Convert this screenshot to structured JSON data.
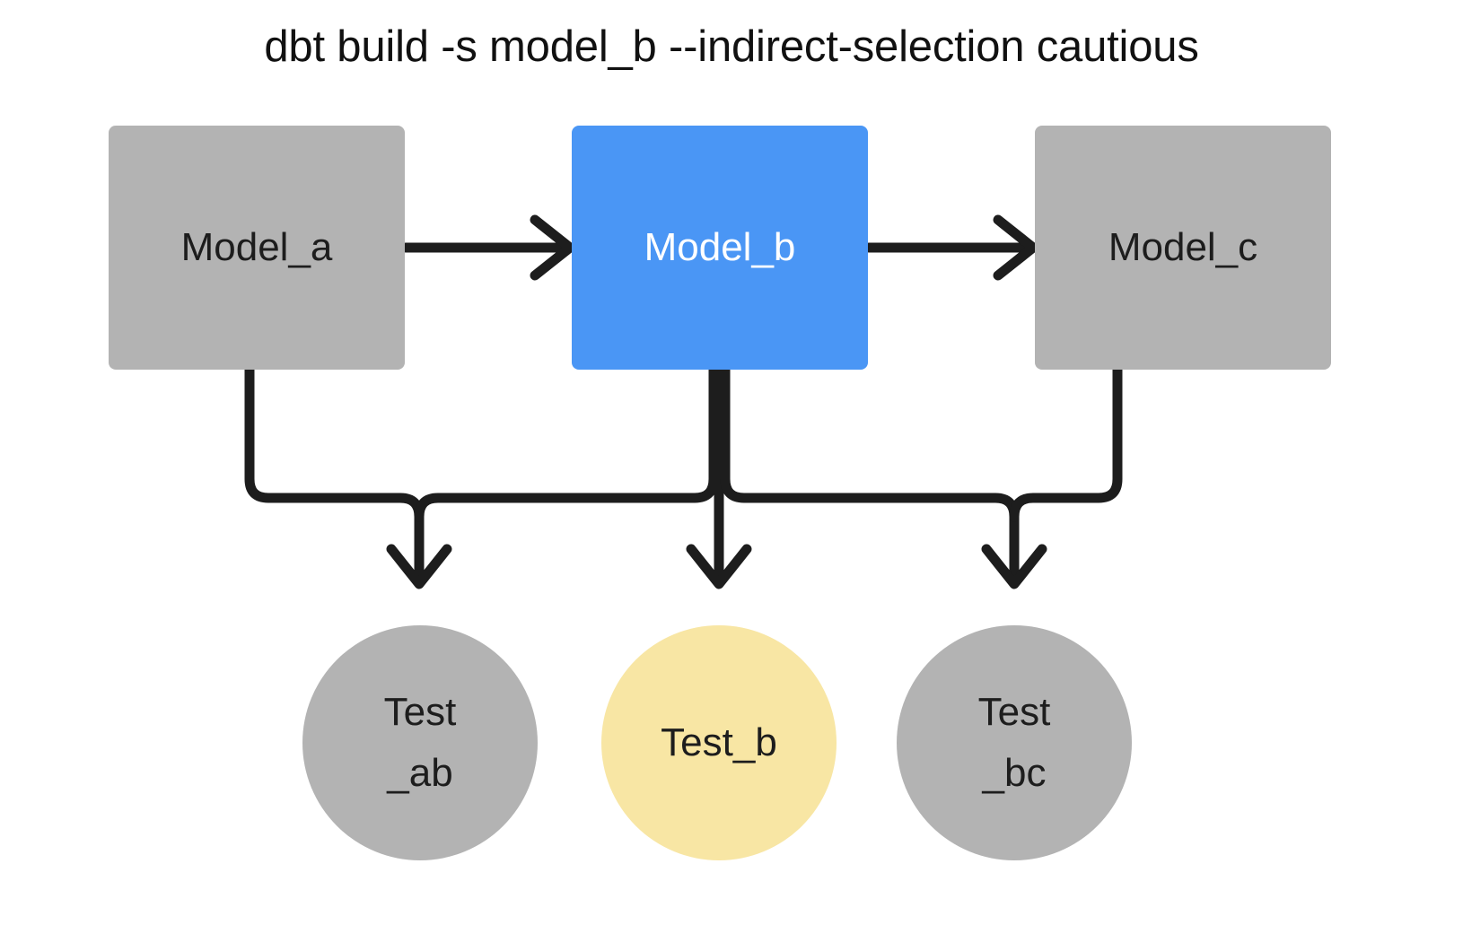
{
  "diagram": {
    "title": "dbt build -s model_b --indirect-selection cautious",
    "background": "#ffffff",
    "colors": {
      "neutral": "#b3b3b3",
      "selected": "#4a96f5",
      "indirect": "#f8e6a4",
      "edge": "#1d1d1d",
      "text_dark": "#1d1d1d",
      "text_light": "#ffffff"
    },
    "models": [
      {
        "id": "model_a",
        "label": "Model_a",
        "fill": "#b3b3b3",
        "text_color": "#1d1d1d",
        "state": "unselected"
      },
      {
        "id": "model_b",
        "label": "Model_b",
        "fill": "#4a96f5",
        "text_color": "#ffffff",
        "state": "selected"
      },
      {
        "id": "model_c",
        "label": "Model_c",
        "fill": "#b3b3b3",
        "text_color": "#1d1d1d",
        "state": "unselected"
      }
    ],
    "tests": [
      {
        "id": "test_ab",
        "label": "Test_ab",
        "line1": "Test",
        "line2": "_ab",
        "fill": "#b3b3b3",
        "text_color": "#1d1d1d",
        "state": "unselected"
      },
      {
        "id": "test_b",
        "label": "Test_b",
        "line1": "Test_b",
        "line2": "",
        "fill": "#f8e6a4",
        "text_color": "#1d1d1d",
        "state": "indirectly-selected"
      },
      {
        "id": "test_bc",
        "label": "Test_bc",
        "line1": "Test",
        "line2": "_bc",
        "fill": "#b3b3b3",
        "text_color": "#1d1d1d",
        "state": "unselected"
      }
    ],
    "edges": [
      {
        "from": "model_a",
        "to": "model_b",
        "kind": "horizontal-arrow"
      },
      {
        "from": "model_b",
        "to": "model_c",
        "kind": "horizontal-arrow"
      },
      {
        "from": "model_a",
        "to": "test_ab",
        "kind": "elbow-arrow"
      },
      {
        "from": "model_b",
        "to": "test_ab",
        "kind": "elbow-arrow"
      },
      {
        "from": "model_b",
        "to": "test_b",
        "kind": "straight-arrow"
      },
      {
        "from": "model_b",
        "to": "test_bc",
        "kind": "elbow-arrow"
      },
      {
        "from": "model_c",
        "to": "test_bc",
        "kind": "elbow-arrow"
      }
    ]
  }
}
